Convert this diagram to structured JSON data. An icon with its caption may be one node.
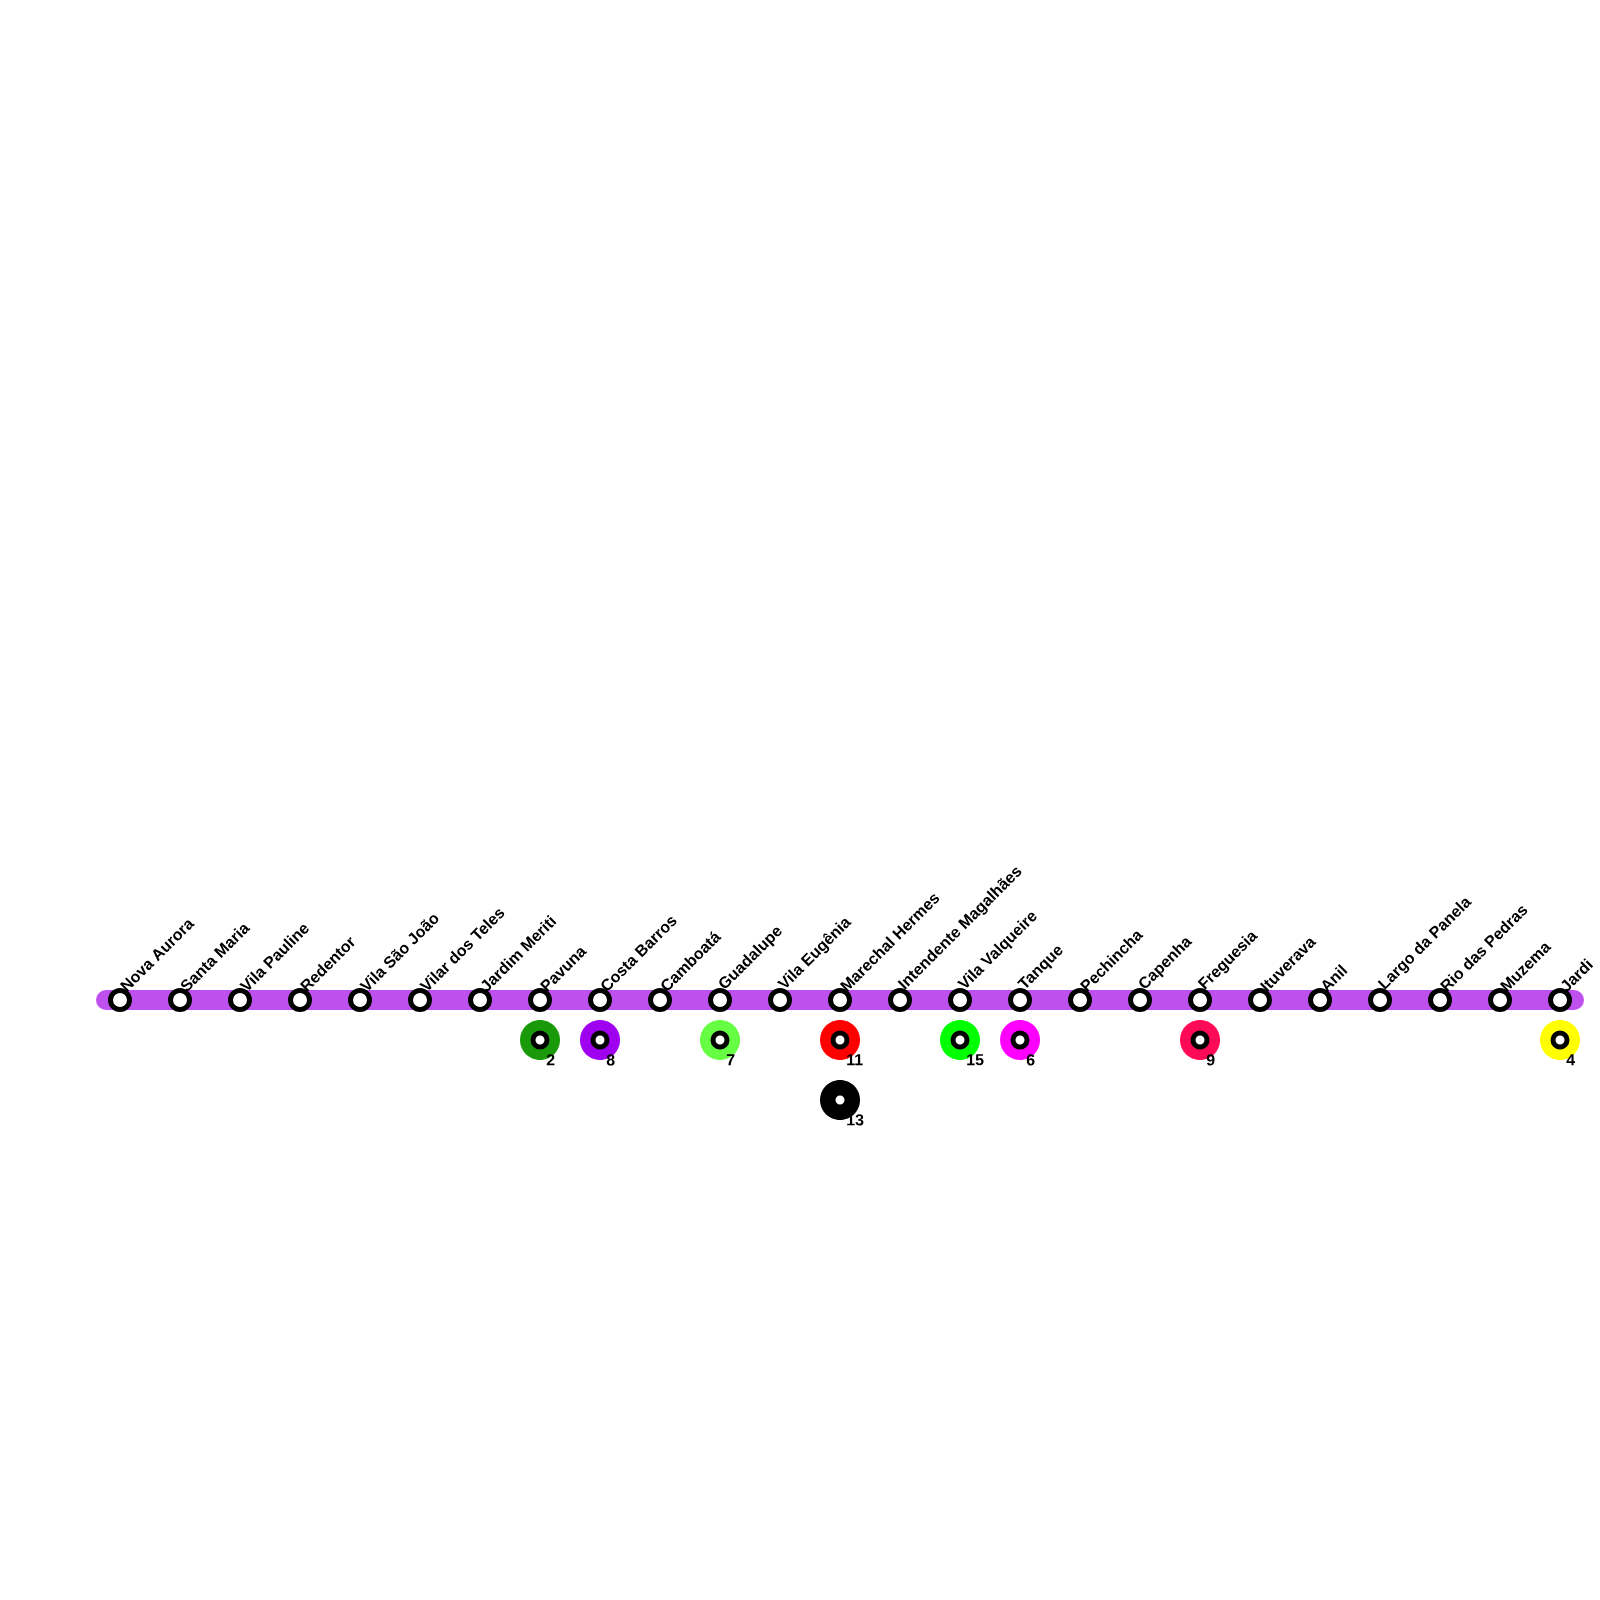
{
  "diagram": {
    "nodes": [
      {
        "text": [
          "Nova Aurora"
        ]
      },
      {
        "text": [
          "Santa Maria"
        ]
      },
      {
        "text": [
          "Vila Pauline"
        ]
      },
      {
        "text": [
          "Redentor"
        ]
      },
      {
        "text": [
          "Vila São João"
        ]
      },
      {
        "text": [
          "Vilar dos Teles"
        ]
      },
      {
        "text": [
          "Jardim Meriti"
        ]
      },
      {
        "text": [
          "Pavuna"
        ]
      },
      {
        "text": [
          "Costa Barros"
        ]
      },
      {
        "text": [
          "Camboatá"
        ]
      },
      {
        "text": [
          "Guadalupe"
        ]
      },
      {
        "text": [
          "Vila Eugênia"
        ]
      },
      {
        "text": [
          "Marechal Hermes"
        ]
      },
      {
        "text": [
          "Intendente Magalhães"
        ]
      },
      {
        "text": [
          "Vila Valqueire"
        ]
      },
      {
        "text": [
          "Tanque"
        ]
      },
      {
        "text": [
          "Pechincha"
        ]
      },
      {
        "text": [
          "Capenha"
        ]
      },
      {
        "text": [
          "Freguesia"
        ]
      },
      {
        "text": [
          "Ituverava"
        ]
      },
      {
        "text": [
          "Anil"
        ]
      },
      {
        "text": [
          "Largo da Panela"
        ]
      },
      {
        "text": [
          "Rio das Pedras"
        ]
      },
      {
        "text": [
          "Muzema"
        ]
      },
      {
        "text": [
          "Jardi"
        ]
      },
      {
        "text": [
          "2"
        ]
      },
      {
        "text": [
          "8"
        ]
      },
      {
        "text": [
          "7"
        ]
      },
      {
        "text": [
          "11"
        ]
      },
      {
        "text": [
          "15"
        ]
      },
      {
        "text": [
          "6"
        ]
      },
      {
        "text": [
          "9"
        ]
      },
      {
        "text": [
          "4"
        ]
      },
      {
        "text": [
          "13"
        ]
      }
    ],
    "edges": [
      {
        "from": 0,
        "to": 1,
        "arrow": "none"
      },
      {
        "from": 1,
        "to": 2,
        "arrow": "none"
      },
      {
        "from": 2,
        "to": 3,
        "arrow": "none"
      },
      {
        "from": 3,
        "to": 4,
        "arrow": "none"
      },
      {
        "from": 4,
        "to": 5,
        "arrow": "none"
      },
      {
        "from": 5,
        "to": 6,
        "arrow": "none"
      },
      {
        "from": 6,
        "to": 7,
        "arrow": "none"
      },
      {
        "from": 7,
        "to": 8,
        "arrow": "none"
      },
      {
        "from": 8,
        "to": 9,
        "arrow": "none"
      },
      {
        "from": 9,
        "to": 10,
        "arrow": "none"
      },
      {
        "from": 10,
        "to": 11,
        "arrow": "none"
      },
      {
        "from": 11,
        "to": 12,
        "arrow": "none"
      },
      {
        "from": 12,
        "to": 13,
        "arrow": "none"
      },
      {
        "from": 13,
        "to": 14,
        "arrow": "none"
      },
      {
        "from": 14,
        "to": 15,
        "arrow": "none"
      },
      {
        "from": 15,
        "to": 16,
        "arrow": "none"
      },
      {
        "from": 16,
        "to": 17,
        "arrow": "none"
      },
      {
        "from": 17,
        "to": 18,
        "arrow": "none"
      },
      {
        "from": 18,
        "to": 19,
        "arrow": "none"
      },
      {
        "from": 19,
        "to": 20,
        "arrow": "none"
      },
      {
        "from": 20,
        "to": 21,
        "arrow": "none"
      },
      {
        "from": 21,
        "to": 22,
        "arrow": "none"
      },
      {
        "from": 22,
        "to": 23,
        "arrow": "none"
      },
      {
        "from": 23,
        "to": 24,
        "arrow": "none"
      }
    ]
  }
}
